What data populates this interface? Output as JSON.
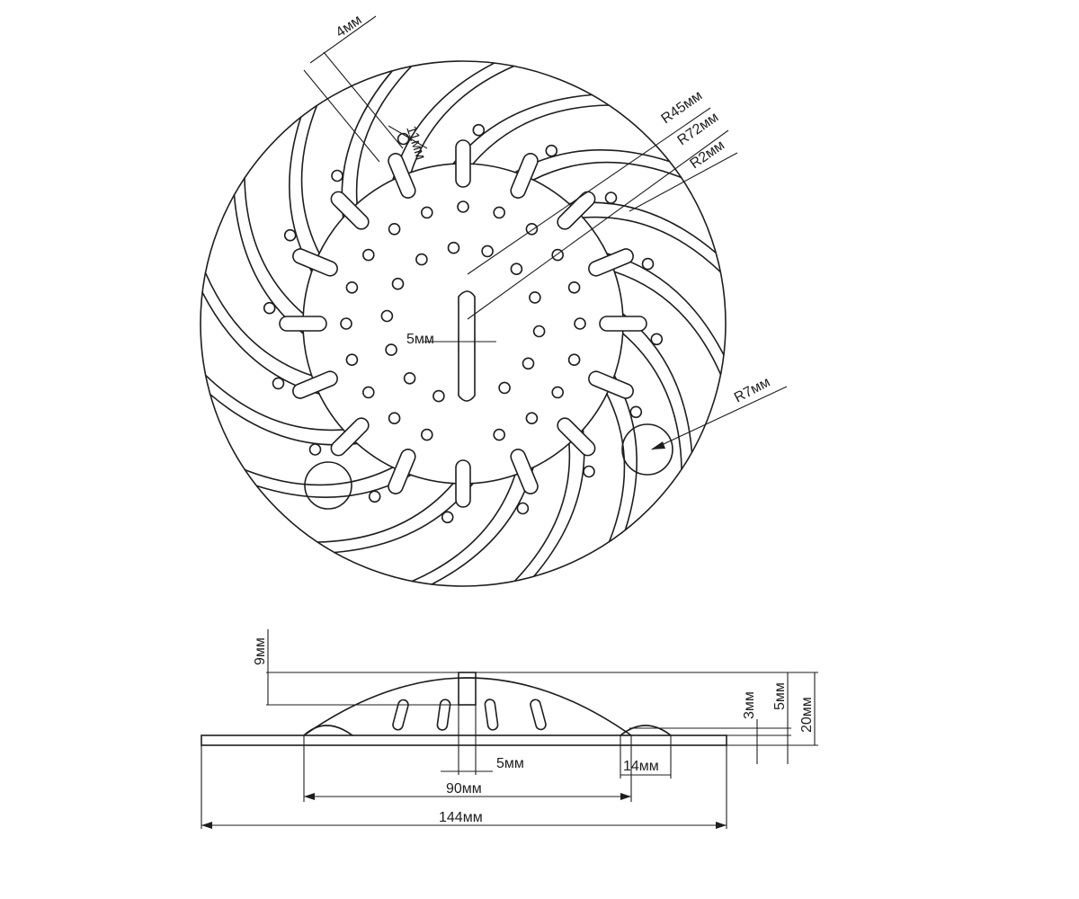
{
  "top_view": {
    "labels": {
      "slot_width": "4мм",
      "slot_length": "11мм",
      "inner_radius": "R45мм",
      "outer_radius": "R72мм",
      "hole_radius": "R2мм",
      "big_hole_radius": "R7мм",
      "center_slot": "5мм"
    }
  },
  "side_view": {
    "labels": {
      "dome_height": "9мм",
      "rib_height": "3мм",
      "base_height": "5мм",
      "total_height": "20мм",
      "center_slot": "5мм",
      "foot_width": "14мм",
      "inner_span": "90мм",
      "outer_span": "144мм"
    }
  },
  "colors": {
    "line": "#1e1e1e",
    "background": "#ffffff"
  }
}
